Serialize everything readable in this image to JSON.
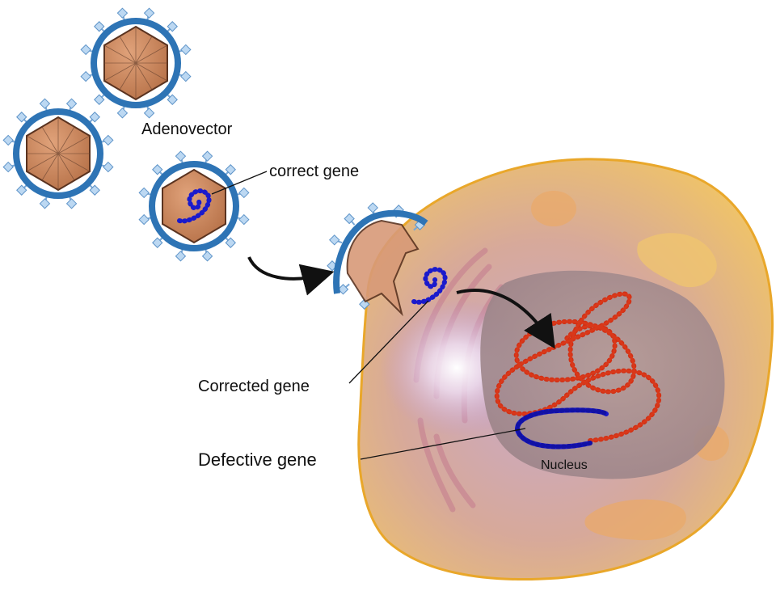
{
  "labels": {
    "adenovector": "Adenovector",
    "correct_gene": "correct gene",
    "corrected_gene": "Corrected gene",
    "defective_gene": "Defective gene",
    "nucleus": "Nucleus"
  },
  "colors": {
    "virus_shell": "#c98557",
    "virus_membrane": "#2e74b5",
    "virus_spike": "#bcd8f2",
    "cell_fill": "#e8b86a",
    "cytoplasm_tint": "#c9a7c2",
    "nucleus_fill": "#a78c8c",
    "correct_gene": "#1a1acc",
    "dna": "#cc2a10",
    "defective_gene": "#1a1acc",
    "arrow": "#111111"
  },
  "icons": {
    "virus": "adenovirus-particle-icon",
    "arrow": "curved-arrow-icon"
  }
}
